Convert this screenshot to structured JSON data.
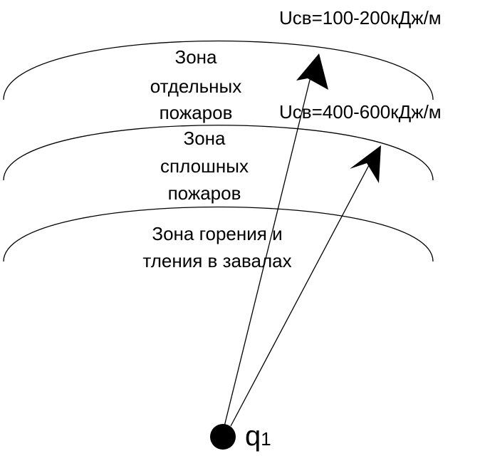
{
  "energy_outer": "Uсв=100-200кДж/м",
  "energy_inner": "Uсв=400-600кДж/м",
  "zones": [
    {
      "lines": [
        "Зона",
        "отдельных",
        "пожаров"
      ]
    },
    {
      "lines": [
        "Зона",
        "сплошных",
        "пожаров"
      ]
    },
    {
      "lines": [
        "Зона горения и",
        "тления в завалах"
      ]
    }
  ],
  "source": {
    "letter": "q",
    "subscript": "1"
  }
}
